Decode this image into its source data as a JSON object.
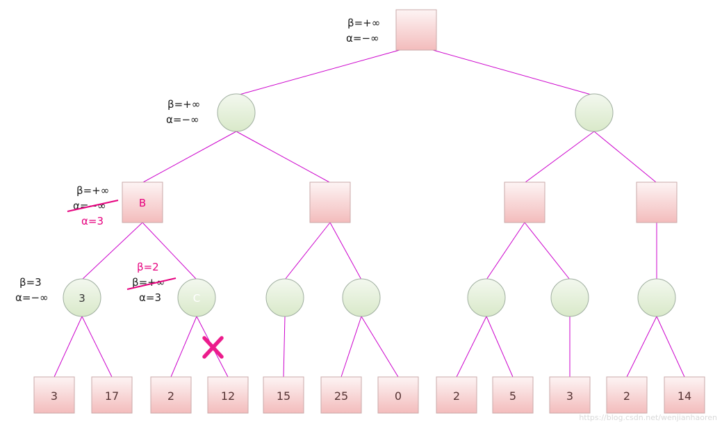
{
  "colors": {
    "edge": "#cc00cc",
    "highlight_pink": "#e6007e",
    "prune_x": "#ec1c8c",
    "square_fill_top": "#fdf4f4",
    "square_fill_bottom": "#f3bcbc",
    "square_border": "#c9a9a9",
    "circle_fill_top": "#f3f8ef",
    "circle_fill_bottom": "#d9e9c9",
    "circle_border": "#9fae9f",
    "annotation_text": "#1a1a1a",
    "leaf_text": "#553333",
    "watermark": "#d9d9d9"
  },
  "annotations": {
    "root": [
      "β=+∞",
      "α=−∞"
    ],
    "level2_left": [
      "β=+∞",
      "α=−∞"
    ],
    "node_b": {
      "beta": "β=+∞",
      "alpha_old": "α=−∞",
      "alpha_new": "α=3"
    },
    "node_three": [
      "β=3",
      "α=−∞"
    ],
    "node_c": {
      "beta_new": "β=2",
      "beta_old": "β=+∞",
      "alpha": "α=3"
    }
  },
  "node_labels": {
    "b": "B",
    "c": "C",
    "min_left": "3"
  },
  "leaves": [
    "3",
    "17",
    "2",
    "12",
    "15",
    "25",
    "0",
    "2",
    "5",
    "3",
    "2",
    "14"
  ],
  "watermark": "https://blog.csdn.net/wenjianhaoren"
}
